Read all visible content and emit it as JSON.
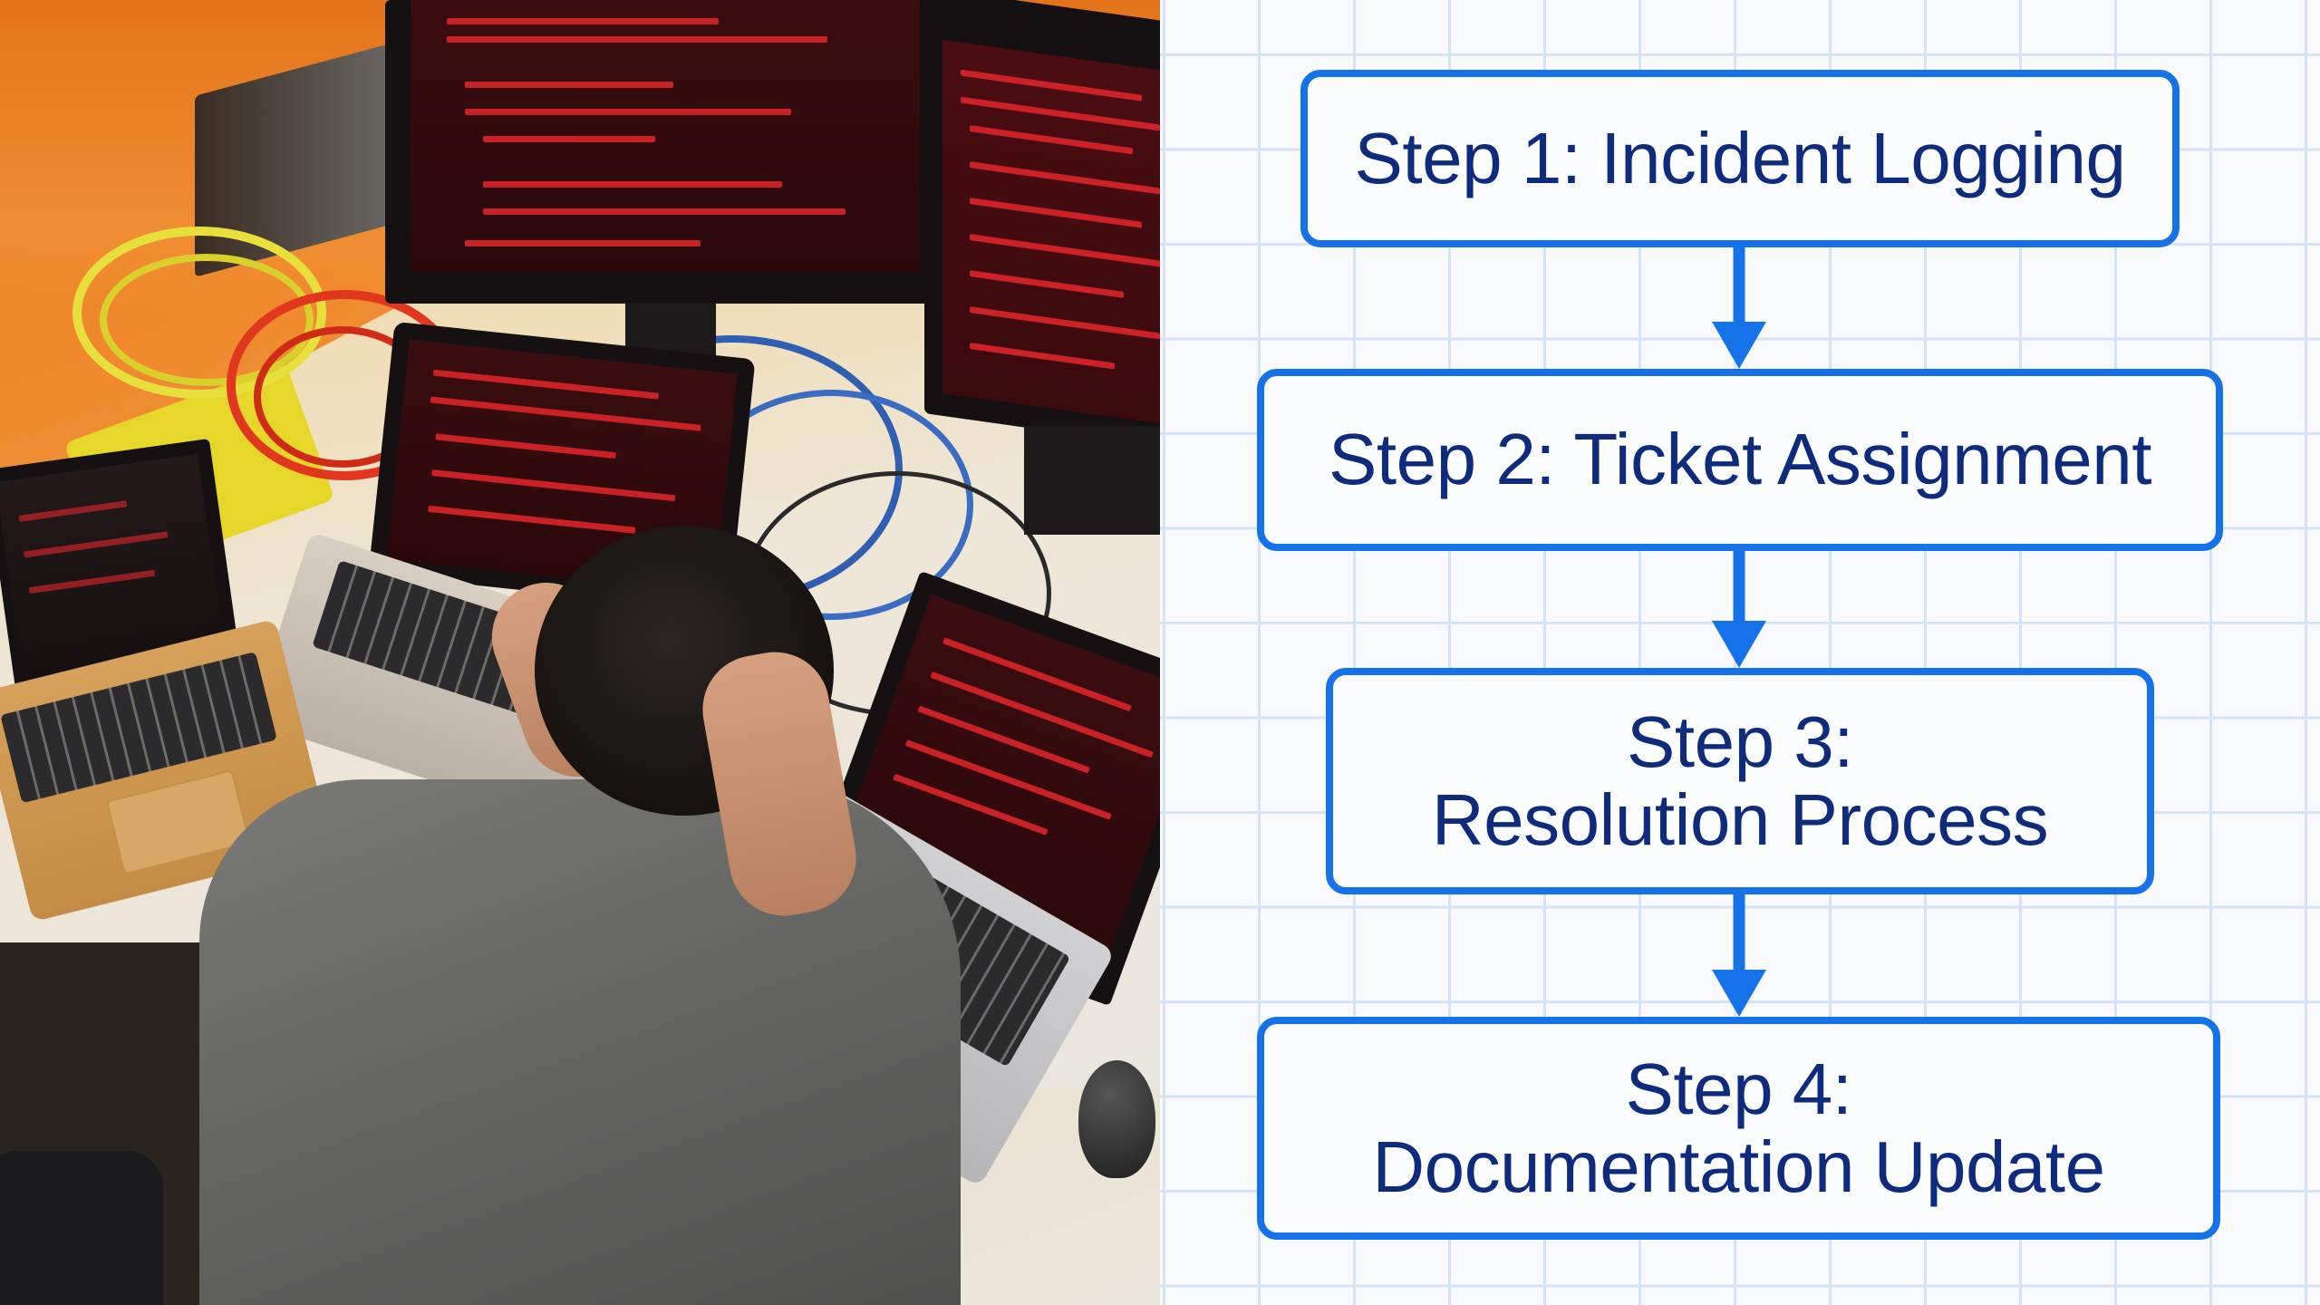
{
  "photo": {
    "description": "Stressed person holding head at desk surrounded by monitors and laptops showing red error code, tangled cables",
    "screen_color": "#e4262b"
  },
  "diagram": {
    "accent_color": "#1672e8",
    "text_color": "#0e2b7e",
    "steps": [
      {
        "lines": [
          "Step 1: Incident Logging"
        ]
      },
      {
        "lines": [
          "Step 2: Ticket Assignment"
        ]
      },
      {
        "lines": [
          "Step 3:",
          "Resolution Process"
        ]
      },
      {
        "lines": [
          "Step 4:",
          "Documentation Update"
        ]
      }
    ],
    "connectors": [
      "arrow-down",
      "arrow-down",
      "arrow-down"
    ]
  }
}
